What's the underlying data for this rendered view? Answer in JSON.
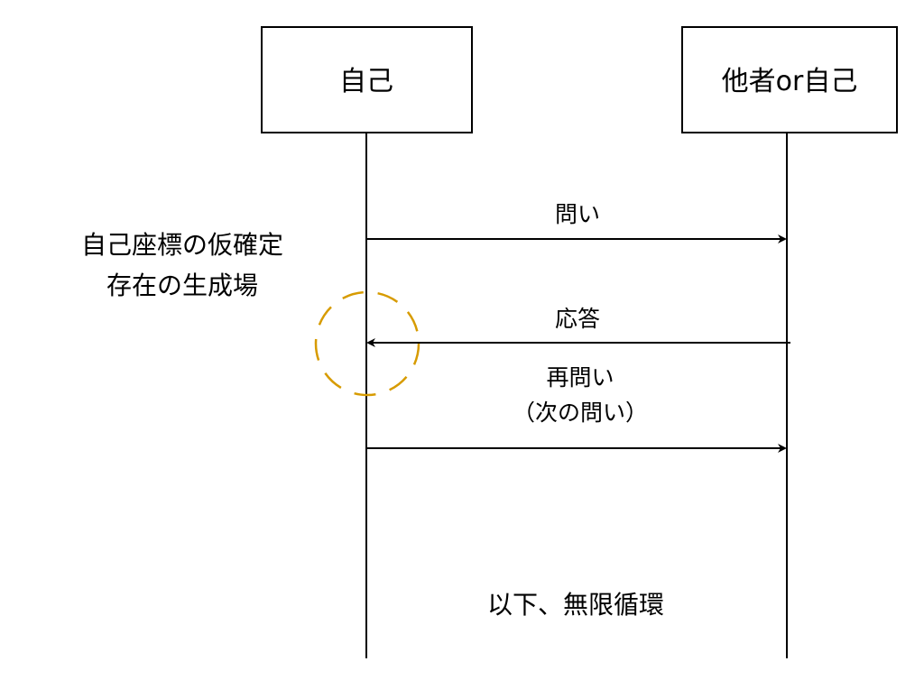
{
  "participants": {
    "self": {
      "label": "自己"
    },
    "other": {
      "label": "他者or自己"
    }
  },
  "messages": {
    "question": {
      "label": "問い",
      "direction": "self-to-other"
    },
    "response": {
      "label": "応答",
      "direction": "other-to-self"
    },
    "requestion": {
      "line1": "再問い",
      "line2": "（次の問い）",
      "direction": "self-to-other"
    }
  },
  "annotations": {
    "side_note_line1": "自己座標の仮確定",
    "side_note_line2": "存在の生成場",
    "loop_note": "以下、無限循環"
  },
  "colors": {
    "line": "#000000",
    "highlight_circle": "#d79b00",
    "background": "#ffffff"
  }
}
